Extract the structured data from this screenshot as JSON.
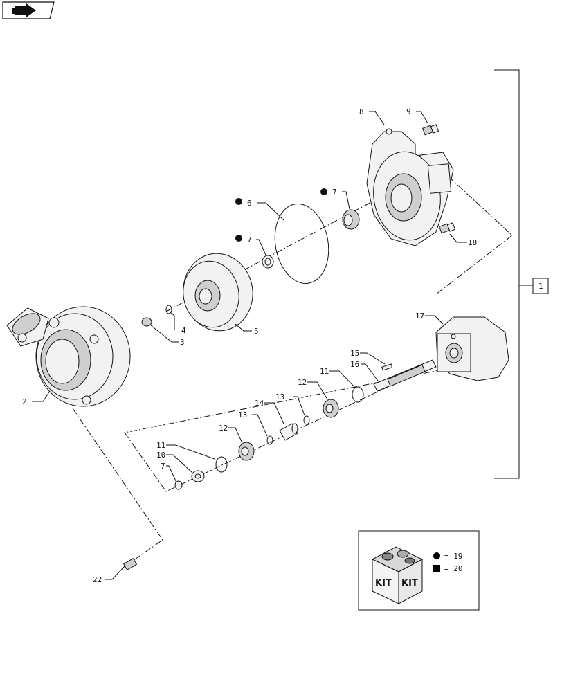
{
  "nav": {
    "icon": "back-arrow-icon"
  },
  "assembly_label": "1",
  "callouts": {
    "c2": "2",
    "c3": "3",
    "c4": "4",
    "c5": "5",
    "c6": "6",
    "c7a": "7",
    "c7b": "7",
    "c7c": "7",
    "c8": "8",
    "c9": "9",
    "c10": "10",
    "c11a": "11",
    "c11b": "11",
    "c12a": "12",
    "c12b": "12",
    "c13a": "13",
    "c13b": "13",
    "c14": "14",
    "c15": "15",
    "c16": "16",
    "c17": "17",
    "c18": "18",
    "c22": "22"
  },
  "kit_legend": {
    "box_text_left": "KIT",
    "box_text_right": "KIT",
    "circle_entry": "= 19",
    "square_entry": "= 20",
    "circle_color": "#000000",
    "square_color": "#000000"
  }
}
